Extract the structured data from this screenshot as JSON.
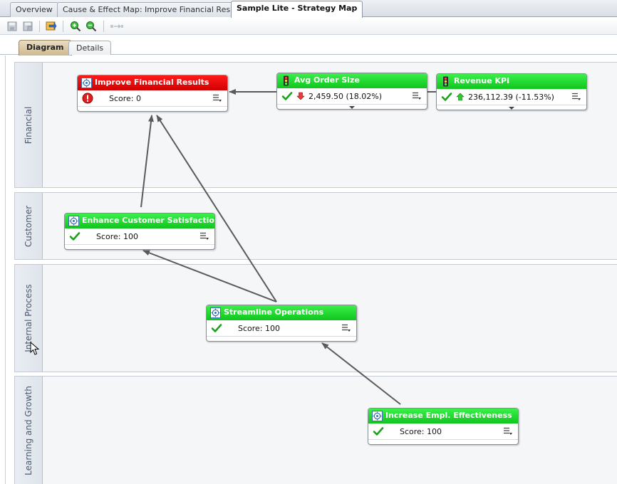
{
  "tabs": [
    {
      "label": "Overview"
    },
    {
      "label": "Cause & Effect Map: Improve Financial Results"
    },
    {
      "label": "Sample Lite - Strategy Map"
    }
  ],
  "subtabs": [
    {
      "label": "Diagram"
    },
    {
      "label": "Details"
    }
  ],
  "toolbar": {
    "icons": [
      "save-icon",
      "save-as-icon",
      "export-icon",
      "zoom-in-icon",
      "zoom-out-icon",
      "connector-icon"
    ]
  },
  "lanes": [
    {
      "label": "Financial"
    },
    {
      "label": "Customer"
    },
    {
      "label": "Internal Process"
    },
    {
      "label": "Learning and Growth"
    }
  ],
  "nodes": {
    "improve_financial": {
      "title": "Improve Financial Results",
      "score": "Score: 0",
      "status": "error",
      "color": "#e60000"
    },
    "avg_order": {
      "title": "Avg Order Size",
      "value": "2,459.50 (18.02%)",
      "trend": "down",
      "status": "ok"
    },
    "revenue_kpi": {
      "title": "Revenue KPI",
      "value": "236,112.39 (-11.53%)",
      "trend": "up",
      "status": "ok"
    },
    "enhance_customer": {
      "title": "Enhance Customer Satisfaction",
      "score": "Score: 100",
      "status": "ok"
    },
    "streamline_ops": {
      "title": "Streamline Operations",
      "score": "Score: 100",
      "status": "ok"
    },
    "increase_empl": {
      "title": "Increase Empl. Effectiveness",
      "score": "Score: 100",
      "status": "ok"
    }
  },
  "colors": {
    "header_green": "#22dd2e",
    "header_red": "#e60000",
    "lane_bg": "#f5f6f8",
    "lane_label": "#4a5a70",
    "connector": "#5a5a5a"
  }
}
